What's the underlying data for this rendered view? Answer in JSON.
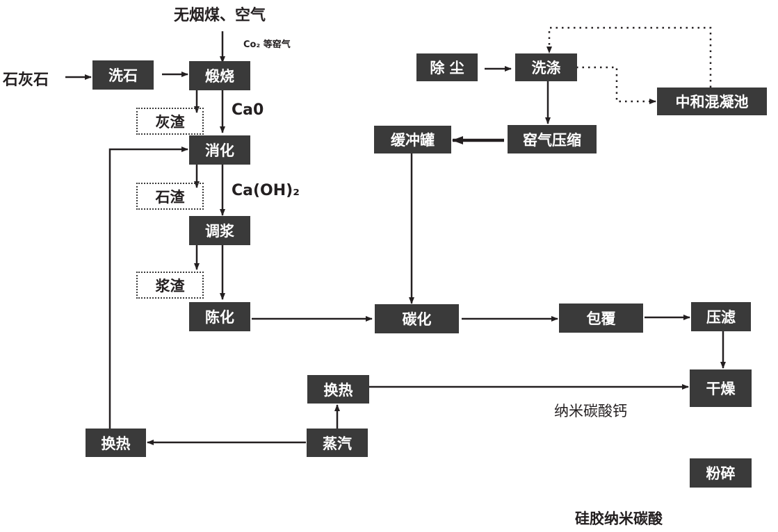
{
  "inputs": {
    "anthracite_air": "无烟煤、空气",
    "limestone": "石灰石",
    "co2_gas": "Co₂ 等窑气"
  },
  "intermediates": {
    "cao": "Ca0",
    "caoh2": "Ca(OH)₂"
  },
  "process": {
    "wash_stone": "洗石",
    "calcine": "煅烧",
    "slake": "消化",
    "slurry": "调浆",
    "aging": "陈化",
    "carbonize": "碳化",
    "coating": "包覆",
    "filter_press": "压滤",
    "dry": "干燥",
    "crush": "粉碎",
    "heat_exchange_top": "换热",
    "steam": "蒸汽",
    "heat_exchange_left": "换热",
    "dedust": "除 尘",
    "gas_wash": "洗涤",
    "neutralize_tank": "中和混凝池",
    "buffer_tank": "缓冲罐",
    "kiln_gas_compress": "窑气压缩"
  },
  "residues": {
    "ash": "灰渣",
    "stone": "石渣",
    "slurry": "浆渣"
  },
  "products": {
    "nano_caco3": "纳米碳酸钙",
    "silica_gel_nano": "硅胶纳米碳酸"
  }
}
